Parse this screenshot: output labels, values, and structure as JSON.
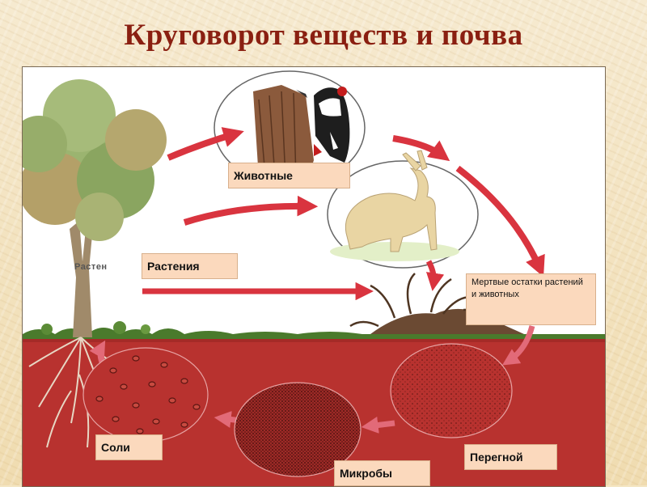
{
  "title": "Круговорот веществ и почва",
  "labels": {
    "animals": "Животные",
    "plants": "Растения",
    "dead_remains": "Мертвые остатки растений и животных",
    "humus": "Перегной",
    "microbes": "Микробы",
    "salts": "Соли"
  },
  "tree_label_stub": "Растен",
  "colors": {
    "title": "#8a1f11",
    "arrow": "#d9343f",
    "soil": "#b8322f",
    "label_bg": "#fbd9bd",
    "grass": "#4a7a2c"
  }
}
